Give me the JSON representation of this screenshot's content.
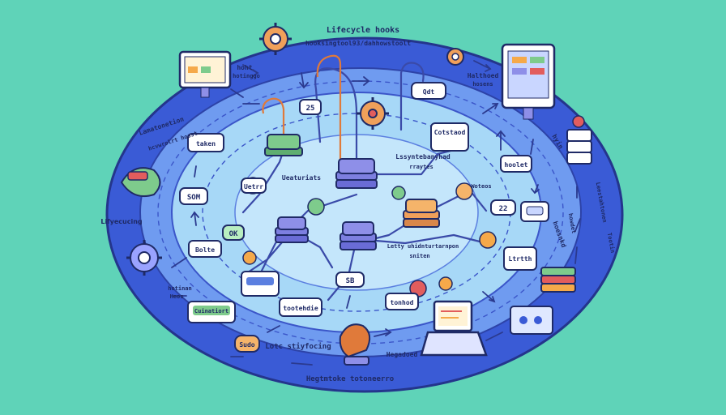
{
  "labels": {
    "top_title": "Lifecycle hooks",
    "top_sub": "hooksingtool93/dahhowstoolt",
    "left_top": "Lamatonetion",
    "left_top2": "hcvwrolrt hosst",
    "upper_left": "hoht",
    "upper_left2": "hotinggo",
    "lifecycle_left": "Lifyecucing",
    "right_top": "Halthoed",
    "right_top2": "hosens",
    "right_side": "hyin",
    "right_mid": "hoesnkd",
    "right_lower": "Leestahtonen",
    "right_lower2": "Tootin",
    "right_lower3": "howdet",
    "center_top": "Ueaturiats",
    "center_sub": "Lssyntebanyhad",
    "center_sub2": "rraytes",
    "center_low": "Letty uhidnturtarnpon",
    "center_low2": "sniten",
    "bottom_center": "Lotc stiyfocing",
    "bottom_right": "Hegadoed",
    "bottom_main": "Hegtmtoke totoneerro",
    "left_mid": "Woteos",
    "left_low": "hotinan",
    "left_low2": "Heos"
  },
  "tokens": {
    "t1": "25",
    "t2": "SOM",
    "t3": "OK",
    "t4": "SB",
    "t5": "22",
    "t6": "Uetrr",
    "t7": "taken",
    "t8": "Qdt",
    "t9": "Sudo",
    "t10": "tonhod",
    "t11": "tootehdie",
    "t12": "hoolet",
    "t13": "Cuinatiort",
    "t14": "Bolte",
    "t15": "Cotstaod",
    "t16": "Ltrtth"
  },
  "colors": {
    "background": "#5fd3b8",
    "outer_ring": "#3a5bd6",
    "middle_ring": "#6f9bf0",
    "inner_disc": "#a7d8f7",
    "core_disc": "#c4e6fb",
    "node_purple": "#8e8fe8",
    "node_orange": "#f5a94a",
    "node_green": "#7ecb8c",
    "accent_red": "#e25d5d"
  }
}
